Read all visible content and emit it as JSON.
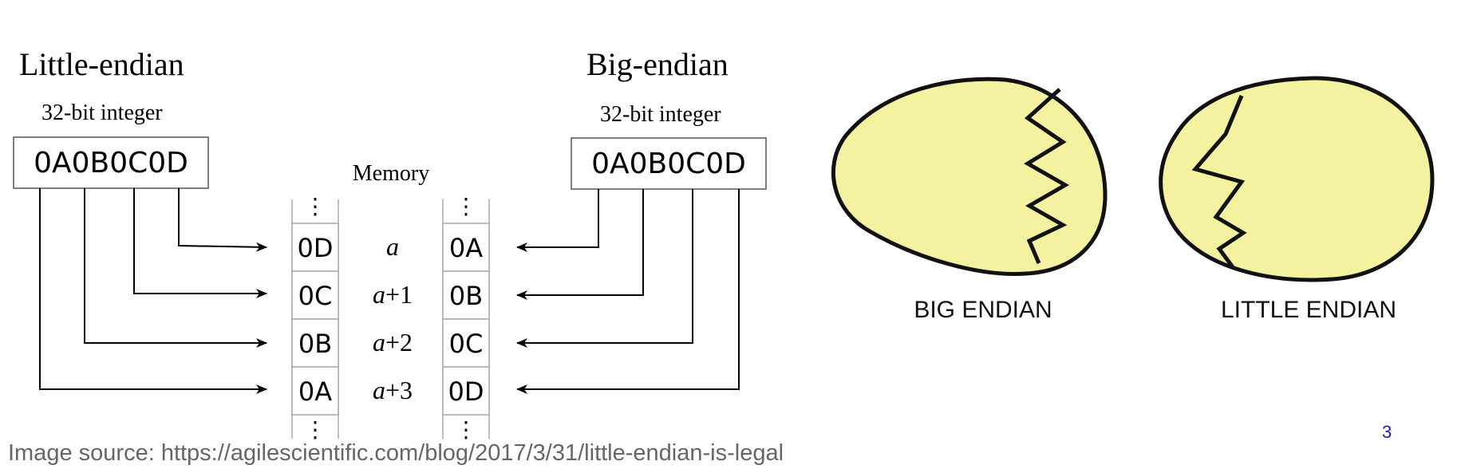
{
  "little_endian": {
    "title": "Little-endian",
    "subtitle": "32-bit integer",
    "value": "0A0B0C0D",
    "bytes": [
      "0D",
      "0C",
      "0B",
      "0A"
    ]
  },
  "big_endian": {
    "title": "Big-endian",
    "subtitle": "32-bit integer",
    "value": "0A0B0C0D",
    "bytes": [
      "0A",
      "0B",
      "0C",
      "0D"
    ]
  },
  "memory": {
    "label": "Memory",
    "ellipsis": "⋮",
    "addresses": [
      {
        "var": "a",
        "suffix": ""
      },
      {
        "var": "a",
        "suffix": "+1"
      },
      {
        "var": "a",
        "suffix": "+2"
      },
      {
        "var": "a",
        "suffix": "+3"
      }
    ]
  },
  "eggs": {
    "big_label": "BIG ENDIAN",
    "little_label": "LITTLE ENDIAN",
    "egg_color": "#f4f1a1"
  },
  "footer": {
    "source": "Image source: https://agilescientific.com/blog/2017/3/31/little-endian-is-legal",
    "page_number": "3"
  }
}
